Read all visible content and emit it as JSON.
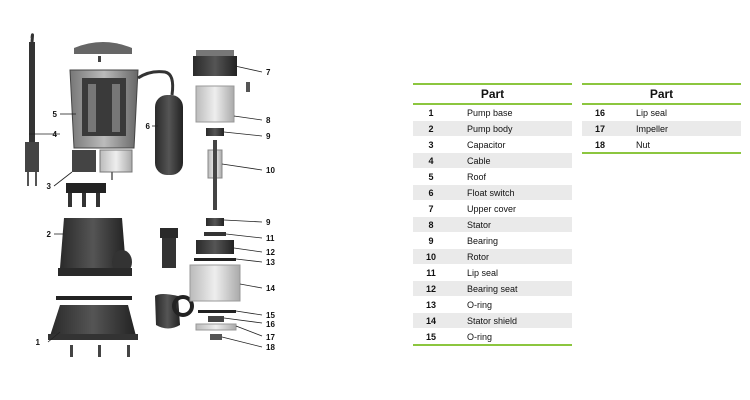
{
  "diagram": {
    "callouts": [
      "1",
      "2",
      "3",
      "4",
      "5",
      "6",
      "7",
      "8",
      "9",
      "10",
      "9",
      "11",
      "12",
      "13",
      "14",
      "15",
      "16",
      "17",
      "18"
    ]
  },
  "table_left": {
    "header": "Part",
    "rows": [
      {
        "num": "1",
        "name": "Pump base"
      },
      {
        "num": "2",
        "name": "Pump body"
      },
      {
        "num": "3",
        "name": "Capacitor"
      },
      {
        "num": "4",
        "name": "Cable"
      },
      {
        "num": "5",
        "name": "Roof"
      },
      {
        "num": "6",
        "name": "Float switch"
      },
      {
        "num": "7",
        "name": "Upper cover"
      },
      {
        "num": "8",
        "name": "Stator"
      },
      {
        "num": "9",
        "name": "Bearing"
      },
      {
        "num": "10",
        "name": "Rotor"
      },
      {
        "num": "11",
        "name": "Lip seal"
      },
      {
        "num": "12",
        "name": "Bearing seat"
      },
      {
        "num": "13",
        "name": "O-ring"
      },
      {
        "num": "14",
        "name": "Stator shield"
      },
      {
        "num": "15",
        "name": "O-ring"
      }
    ]
  },
  "table_right": {
    "header": "Part",
    "rows": [
      {
        "num": "16",
        "name": "Lip seal"
      },
      {
        "num": "17",
        "name": "Impeller"
      },
      {
        "num": "18",
        "name": "Nut"
      }
    ]
  },
  "colors": {
    "rule_green": "#8cc63f",
    "row_shade": "#eaeaea"
  }
}
